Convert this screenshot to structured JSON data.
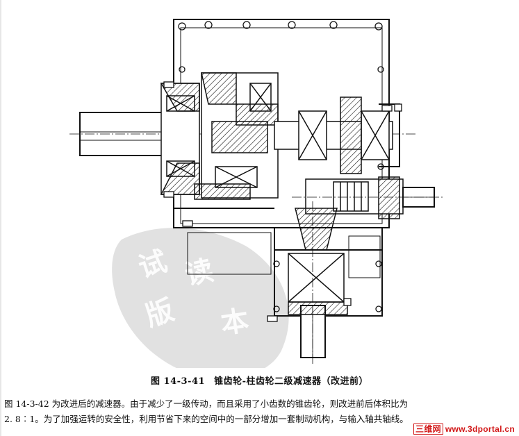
{
  "figure": {
    "number": "图 14-3-41",
    "title": "锥齿轮-柱齿轮二级减速器（改进前）"
  },
  "body_text": {
    "line1": "图 14-3-42 为改进后的减速器。由于减少了一级传动，而且采用了小齿数的锥齿轮，则改进前后体积比为",
    "line2": "2. 8∶1。为了加强运转的安全性，利用节省下来的空间中的一部分增加一套制动机构，与输入轴共轴线。"
  },
  "watermark": {
    "brand": "三维网",
    "url": "www.3dportal.cn",
    "stamp_text": "试读版本"
  },
  "colors": {
    "ink": "#111111",
    "watermark_gray": "#d9d9d9",
    "watermark_red": "#d21818"
  }
}
